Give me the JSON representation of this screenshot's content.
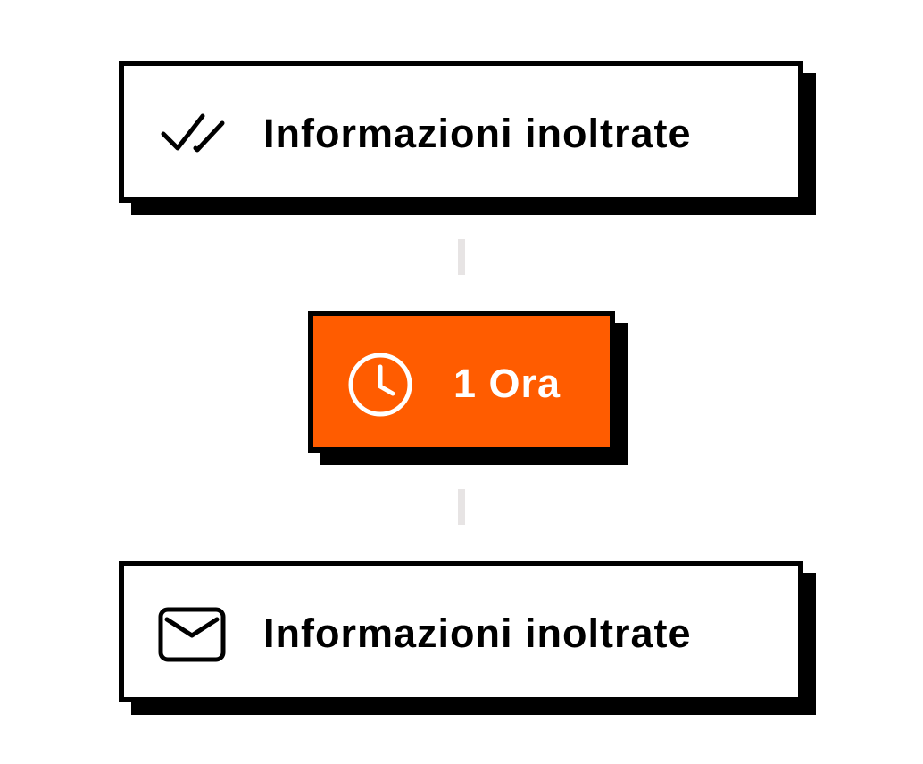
{
  "steps": [
    {
      "icon": "double-check-icon",
      "label": "Informazioni inoltrate"
    },
    {
      "icon": "clock-icon",
      "label": "1 Ora",
      "color": "#ff5c00"
    },
    {
      "icon": "envelope-icon",
      "label": "Informazioni inoltrate"
    }
  ],
  "colors": {
    "accent": "#ff5c00",
    "border": "#000000",
    "connector": "#e7e4e4"
  }
}
